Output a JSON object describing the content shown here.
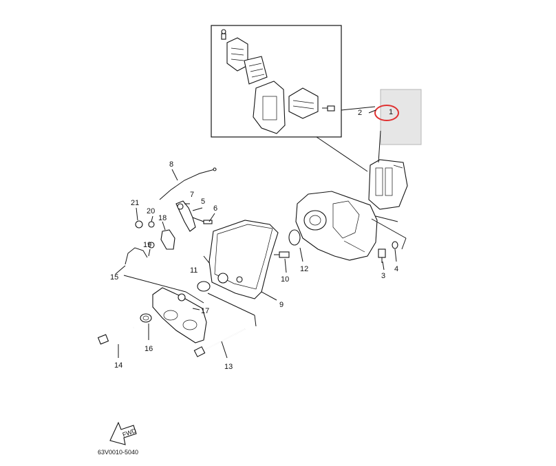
{
  "diagram": {
    "callouts": [
      "1",
      "2",
      "3",
      "4",
      "5",
      "6",
      "7",
      "8",
      "9",
      "10",
      "11",
      "12",
      "13",
      "14",
      "15",
      "16",
      "17",
      "18",
      "19",
      "20",
      "21"
    ],
    "footer_code": "63V0010-5040",
    "fwd_label": "FWD",
    "colors": {
      "highlight": "#e03030",
      "highlight_box": "#e6e6e6",
      "line": "#111111"
    }
  }
}
